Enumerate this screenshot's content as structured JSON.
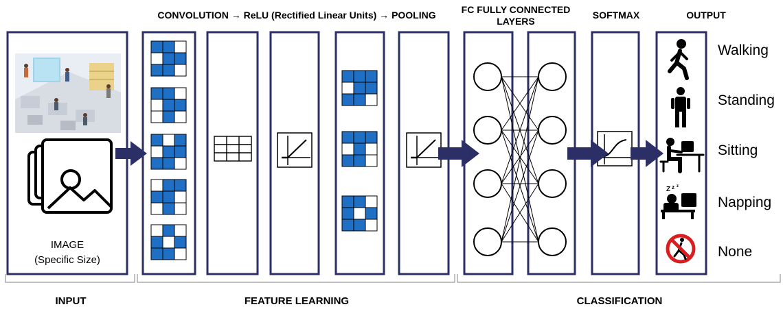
{
  "headers": {
    "convolution_relu_pooling": "CONVOLUTION → ReLU (Rectified Linear Units) → POOLING",
    "fc_line1": "FC FULLY CONNECTED",
    "fc_line2": "LAYERS",
    "softmax": "SOFTMAX",
    "output": "OUTPUT"
  },
  "input_panel": {
    "image_label": "IMAGE",
    "image_sublabel": "(Specific Size)"
  },
  "sections": {
    "input": "INPUT",
    "feature_learning": "FEATURE LEARNING",
    "classification": "CLASSIFICATION"
  },
  "classes": [
    {
      "label": "Walking",
      "icon": "walking-person-icon"
    },
    {
      "label": "Standing",
      "icon": "standing-person-icon"
    },
    {
      "label": "Sitting",
      "icon": "sitting-person-icon"
    },
    {
      "label": "Napping",
      "icon": "napping-person-icon"
    },
    {
      "label": "None",
      "icon": "no-person-icon"
    }
  ],
  "colors": {
    "panel_border": "#2b2f66",
    "arrow": "#2b2f66",
    "filled_cell": "#1f6fc5",
    "no_sign": "#d81e1e"
  }
}
